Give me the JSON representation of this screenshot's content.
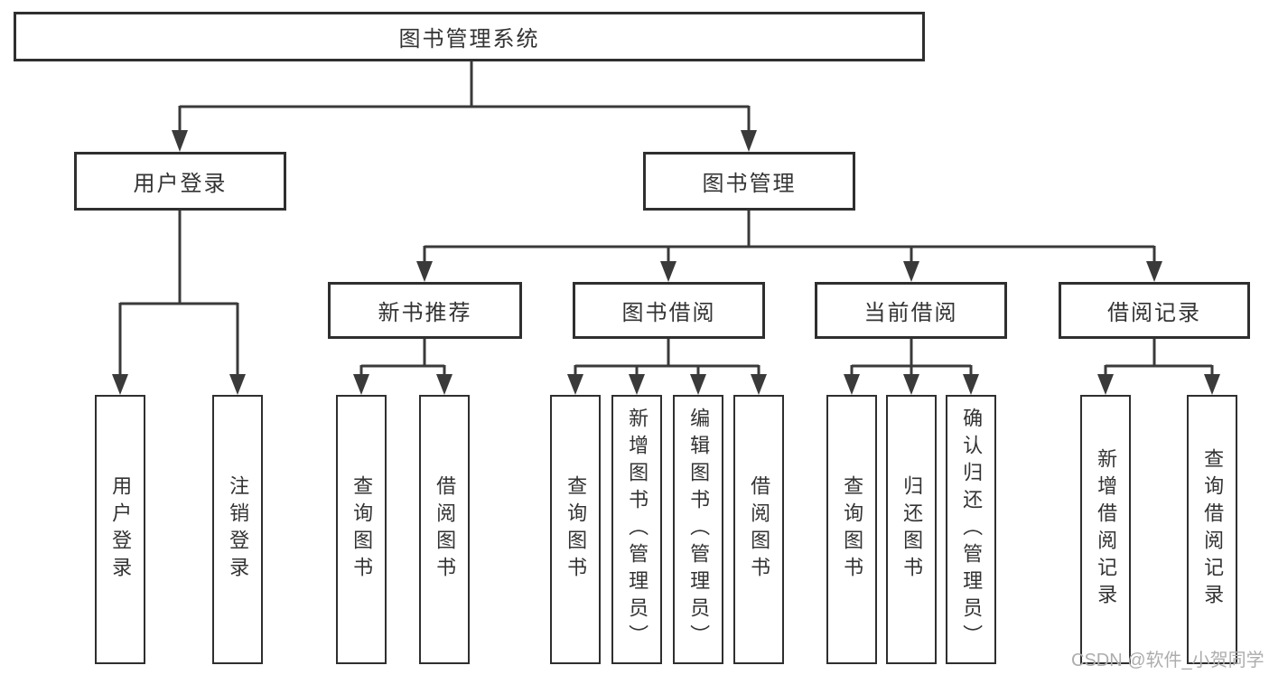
{
  "tree": {
    "root": {
      "label": "图书管理系统"
    },
    "branches": [
      {
        "label": "用户登录"
      },
      {
        "label": "图书管理"
      }
    ],
    "sections": [
      {
        "label": "新书推荐",
        "parent": "图书管理"
      },
      {
        "label": "图书借阅",
        "parent": "图书管理"
      },
      {
        "label": "当前借阅",
        "parent": "图书管理"
      },
      {
        "label": "借阅记录",
        "parent": "图书管理"
      }
    ],
    "leaves": [
      {
        "label": "用户登录",
        "parent": "用户登录"
      },
      {
        "label": "注销登录",
        "parent": "用户登录"
      },
      {
        "label": "查询图书",
        "parent": "新书推荐"
      },
      {
        "label": "借阅图书",
        "parent": "新书推荐"
      },
      {
        "label": "查询图书",
        "parent": "图书借阅"
      },
      {
        "label": "新增图书（管理员）",
        "parent": "图书借阅"
      },
      {
        "label": "编辑图书（管理员）",
        "parent": "图书借阅"
      },
      {
        "label": "借阅图书",
        "parent": "图书借阅"
      },
      {
        "label": "查询图书",
        "parent": "当前借阅"
      },
      {
        "label": "归还图书",
        "parent": "当前借阅"
      },
      {
        "label": "确认归还（管理员）",
        "parent": "当前借阅"
      },
      {
        "label": "新增借阅记录",
        "parent": "借阅记录"
      },
      {
        "label": "查询借阅记录",
        "parent": "借阅记录"
      }
    ]
  },
  "watermark": {
    "text": "CSDN @软件_小贺同学"
  },
  "colors": {
    "line": "#3a3a3a",
    "box_border": "#2f2f2f",
    "text": "#333333",
    "watermark": "#adadad",
    "background": "#ffffff"
  }
}
